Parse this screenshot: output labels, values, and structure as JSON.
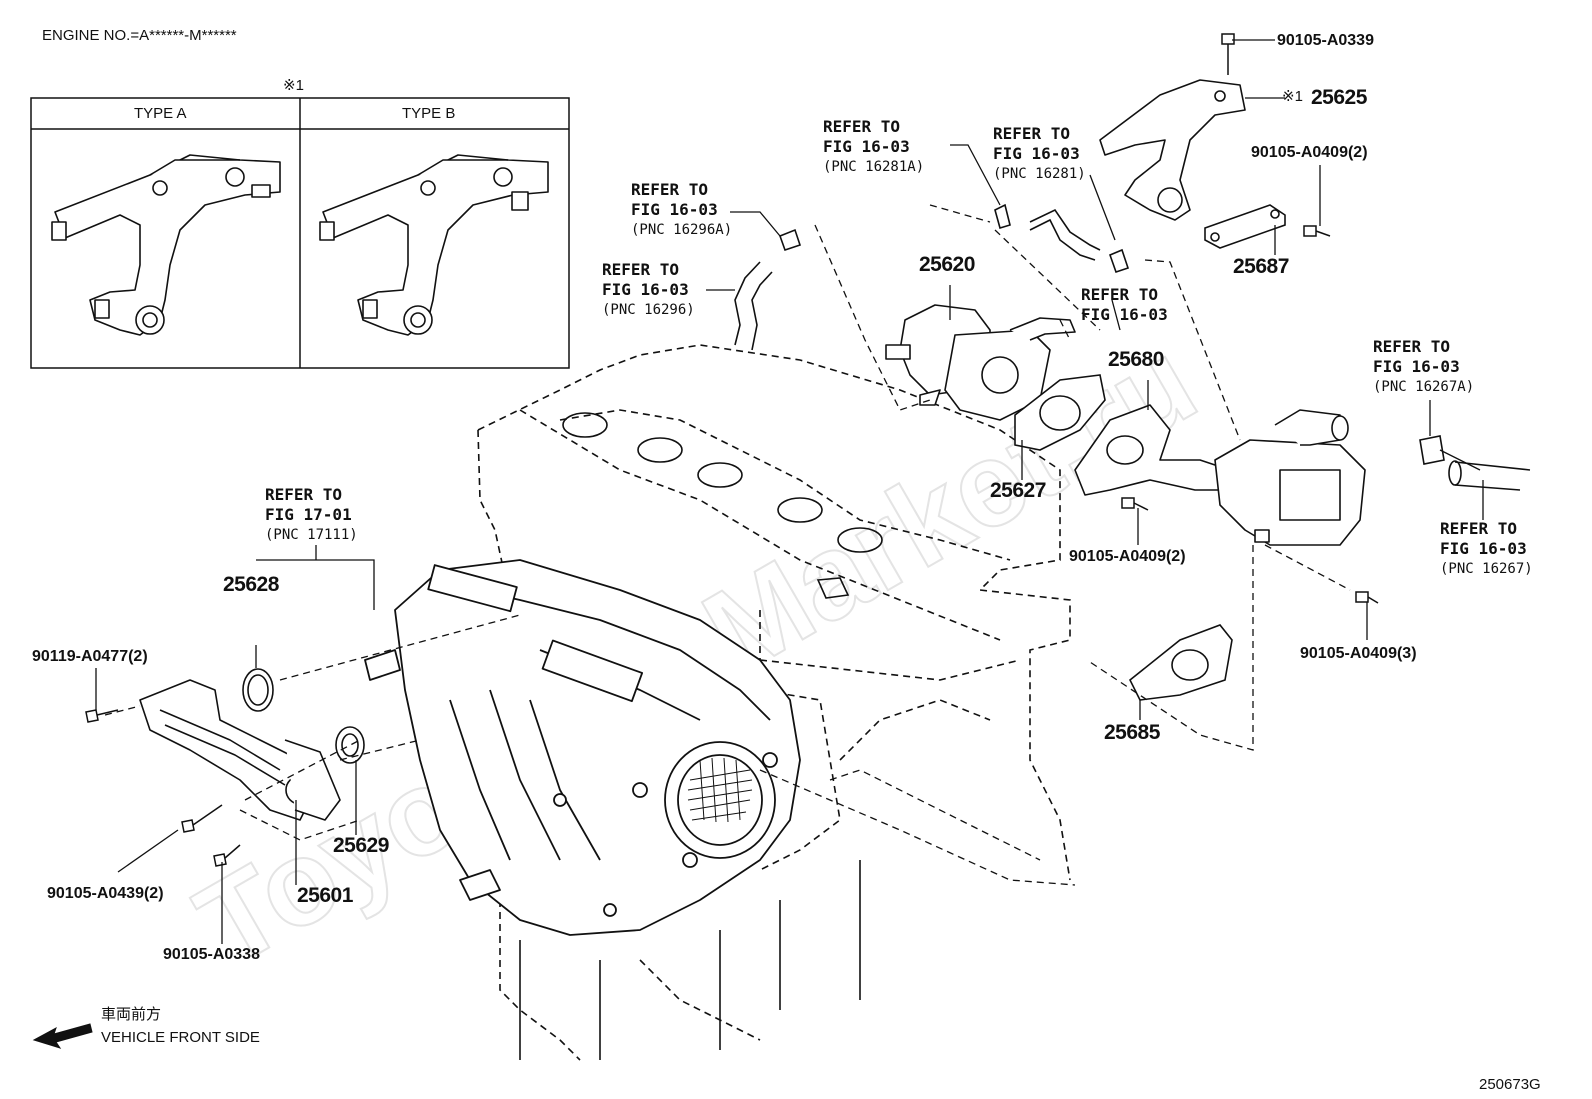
{
  "header": {
    "engine_no": "ENGINE NO.=A******-M******"
  },
  "inset": {
    "note_mark": "※1",
    "type_a": "TYPE A",
    "type_b": "TYPE B"
  },
  "callouts": {
    "p_90105_A0339": "90105-A0339",
    "p_25625_mark": "※1",
    "p_25625": "25625",
    "p_90105_A0409_2a": "90105-A0409(2)",
    "p_25687": "25687",
    "p_25620": "25620",
    "p_25680": "25680",
    "p_25627": "25627",
    "p_90105_A0409_2b": "90105-A0409(2)",
    "p_90105_A0409_3": "90105-A0409(3)",
    "p_25685": "25685",
    "p_25628": "25628",
    "p_90119_A0477_2": "90119-A0477(2)",
    "p_25629": "25629",
    "p_25601": "25601",
    "p_90105_A0439_2": "90105-A0439(2)",
    "p_90105_A0338": "90105-A0338"
  },
  "refs": {
    "r1": {
      "line1": "REFER TO",
      "line2": "FIG 16-03",
      "line3": "(PNC 16281A)"
    },
    "r2": {
      "line1": "REFER TO",
      "line2": "FIG 16-03",
      "line3": "(PNC 16281)"
    },
    "r3": {
      "line1": "REFER TO",
      "line2": "FIG 16-03",
      "line3": "(PNC 16296A)"
    },
    "r4": {
      "line1": "REFER TO",
      "line2": "FIG 16-03",
      "line3": "(PNC 16296)"
    },
    "r5": {
      "line1": "REFER TO",
      "line2": "FIG 16-03"
    },
    "r6": {
      "line1": "REFER TO",
      "line2": "FIG 16-03",
      "line3": "(PNC 16267A)"
    },
    "r7": {
      "line1": "REFER TO",
      "line2": "FIG 16-03",
      "line3": "(PNC 16267)"
    },
    "r8": {
      "line1": "REFER TO",
      "line2": "FIG 17-01",
      "line3": "(PNC 17111)"
    }
  },
  "footer": {
    "direction_jp": "車両前方",
    "direction_en": "VEHICLE FRONT SIDE",
    "figure_code": "250673G"
  },
  "watermark": "ToyotaCarMarket.ru"
}
